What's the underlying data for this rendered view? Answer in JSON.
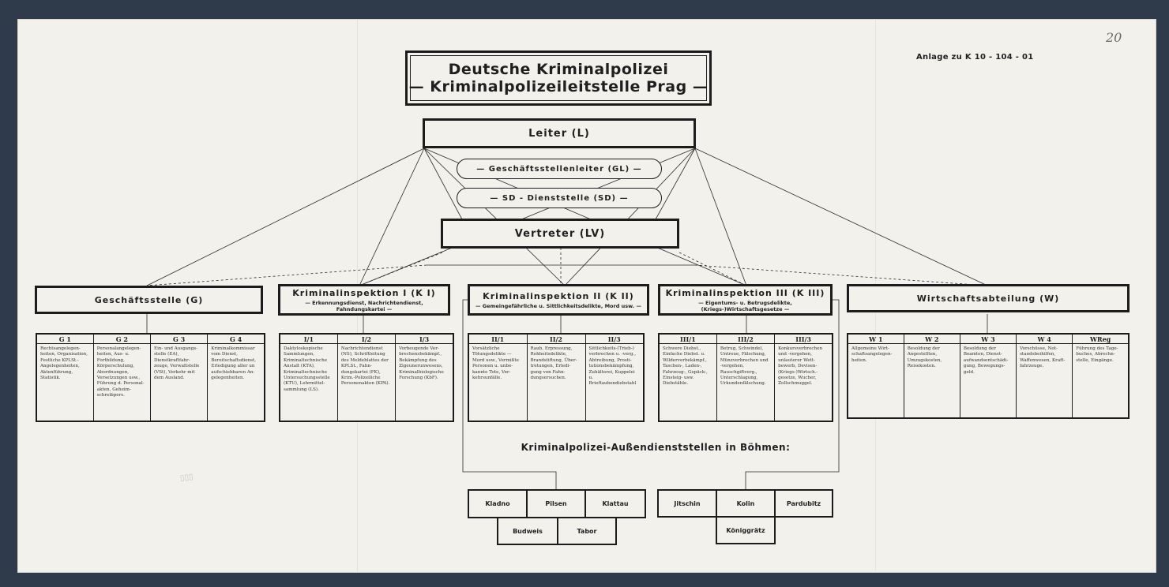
{
  "page_number": "20",
  "annex_note": "Anlage zu K 10 - 104 - 01",
  "title": {
    "line1": "Deutsche Kriminalpolizei",
    "line2": "— Kriminalpolizeileitstelle Prag —"
  },
  "leiter": "Leiter (L)",
  "gl": "— Geschäftsstellenleiter (GL) —",
  "sd": "— SD - Dienststelle (SD) —",
  "vertreter": "Vertreter (LV)",
  "departments": [
    {
      "name": "Geschäftsstelle (G)",
      "sub": "",
      "units": [
        {
          "code": "G 1",
          "text": "Rechtsangelegen-heiten, Organisation, Festliche KPLSt.-Angelegenheiten, Aktenführung, Statistik."
        },
        {
          "code": "G 2",
          "text": "Personalangelegen-heiten, Aus- u. Fortbildung, Körperschulung, Abordnungen, Versetzungen usw., Führung d. Personal-akten, Geheim-schreibpers."
        },
        {
          "code": "G 3",
          "text": "Ein- und Ausgangs-stelle (EA), Dienstkraftfahr-zeuge, Verwaltstelle (VSt), Verkehr mit dem Ausland."
        },
        {
          "code": "G 4",
          "text": "Kriminalkommissar vom Dienst, Bereitschaftsdienst, Erledigung aller un aufschiebbaren An-gelegenheiten."
        }
      ]
    },
    {
      "name": "Kriminalinspektion I (K I)",
      "sub": "— Erkennungsdienst, Nachrichtendienst, Fahndungskartei —",
      "units": [
        {
          "code": "I/1",
          "text": "Daktyloskopische Sammlungen, Kriminaltechnische Anstalt (KTA), Kriminaltechnische Untersuchungsstelle (KTU), Lehrmittel-sammlung (LS)."
        },
        {
          "code": "I/2",
          "text": "Nachrichtendienst (NS), Schriftleitung des Meldeblattes der KPLSt., Fahn-dungskartei (FK), Krim.-Polizeiliche Personenakten (KPA)."
        },
        {
          "code": "I/3",
          "text": "Vorbeugende Ver-brechensbekämpf., Bekämpfung des Zigeunerunwesens, Kriminalbiologische Forschung (KbF)."
        }
      ]
    },
    {
      "name": "Kriminalinspektion II (K II)",
      "sub": "— Gemeingefährliche u. Sittlichkeitsdelikte, Mord usw. —",
      "units": [
        {
          "code": "II/1",
          "text": "Vorsätzliche Tötungsdelikte — Mord usw., Vermißte Personen u. unbe-kannte Tote, Ver-kehrsunfälle."
        },
        {
          "code": "II/2",
          "text": "Raub, Erpressung, Rohheitsdelikte, Brandstiftung, Über-tretungen, Erledi-gung von Fahn-dungsersuchen."
        },
        {
          "code": "II/3",
          "text": "Sittlichkeits-(Trieb-) verbrechen u. -verg., Abtreibung, Prosti-tutionsbekämpfung, Zuhälterei, Kuppelei u. Brieftaubendiebstahl"
        }
      ]
    },
    {
      "name": "Kriminalinspektion III (K III)",
      "sub": "— Eigentums- u. Betrugsdelikte, (Kriegs-)Wirtschaftsgesetze —",
      "units": [
        {
          "code": "III/1",
          "text": "Schwere Diebst., Einfache Diebst. u. Wilderverbekämpf., Taschen-, Laden-, Fahrzeug-, Gepäck-, Einsteig- usw. Diebstähle."
        },
        {
          "code": "III/2",
          "text": "Betrug, Schwindel, Untreue, Fälschung, Münzverbrechen und -vergehen, Rauschgiftverg., Unterschlagung, Urkundenfälschung."
        },
        {
          "code": "III/3",
          "text": "Konkursverbrechen und -vergehen, unlauterer Wett-bewerb, Devisen-(Kriegs-)Wirtsch.-gesetze, Wucher, Zollschmuggel."
        }
      ]
    },
    {
      "name": "Wirtschaftsabteilung (W)",
      "sub": "",
      "units": [
        {
          "code": "W 1",
          "text": "Allgemeine Wirt-schaftsangelegen-heiten."
        },
        {
          "code": "W 2",
          "text": "Besoldung der Angestellten, Umzugskosten, Reisekosten."
        },
        {
          "code": "W 3",
          "text": "Besoldung der Beamten, Dienst-aufwandsentschädi-gung, Bewegungs-geld."
        },
        {
          "code": "W 4",
          "text": "Vorschüsse, Not-standsbeihilfen, Waffenwesen, Kraft-fahrzeuge."
        },
        {
          "code": "WReg",
          "text": "Führung des Tage-buches, Abrechn-stelle, Eingänge."
        }
      ]
    }
  ],
  "region_title": "Kriminalpolizei-Außendienststellen in Böhmen:",
  "offices_left": [
    "Kladno",
    "Pilsen",
    "Klattau",
    "Budweis",
    "Tabor"
  ],
  "offices_right": [
    "Jitschin",
    "Kolin",
    "Pardubitz",
    "Königgrätz"
  ]
}
